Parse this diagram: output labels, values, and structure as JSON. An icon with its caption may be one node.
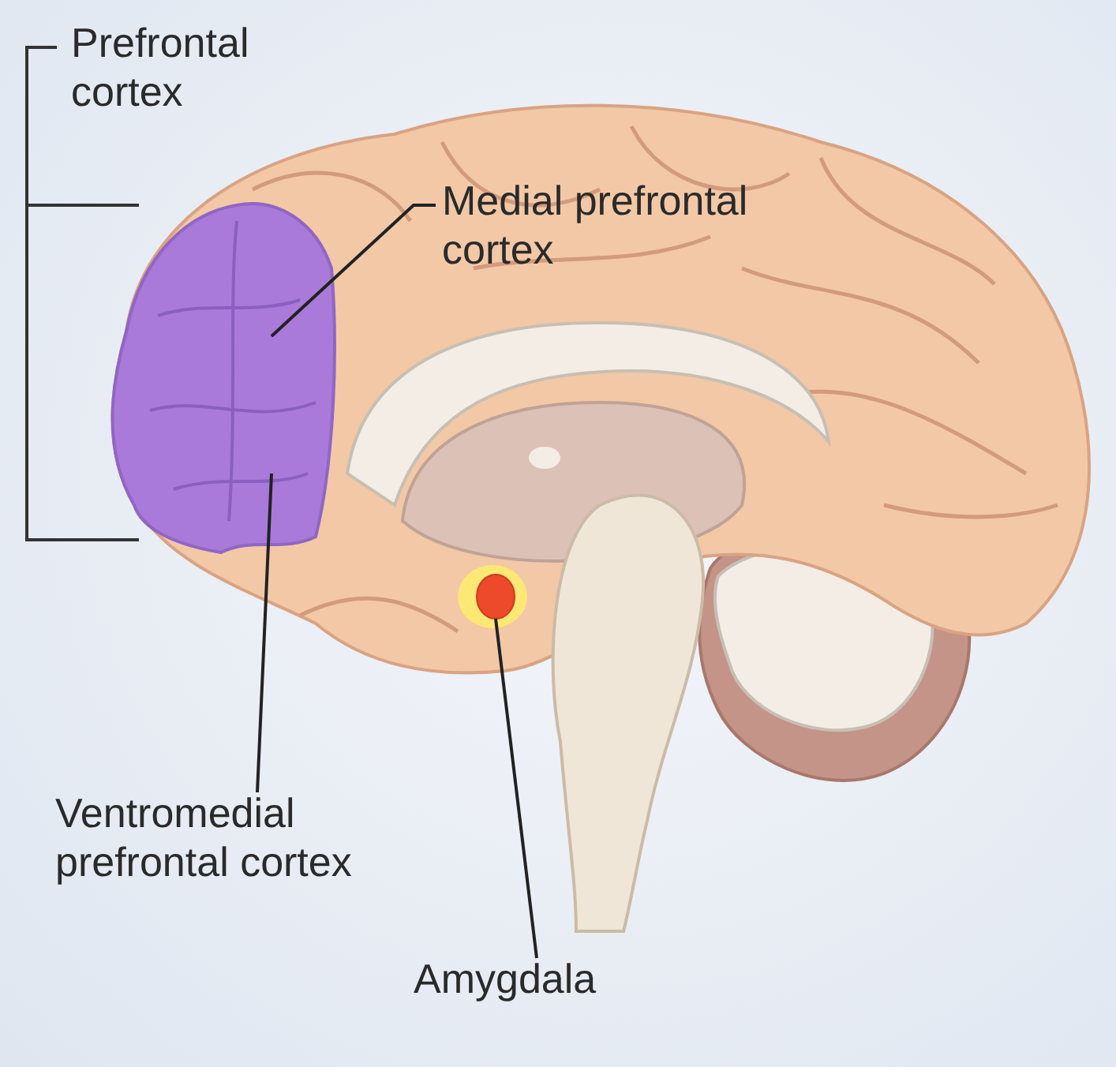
{
  "diagram": {
    "nodes": [
      {
        "text": [
          "Medial prefrontal cortex"
        ]
      },
      {
        "text": [
          "Ventromedial prefrontal cortex"
        ]
      },
      {
        "text": [
          "Amygdala"
        ]
      },
      {
        "text": [],
        "shape": "circle"
      }
    ],
    "edges": [
      {
        "from": 0,
        "to": null,
        "arrow": "none"
      },
      {
        "from": 1,
        "to": null,
        "arrow": "none"
      },
      {
        "from": 2,
        "to": 3,
        "arrow": "none"
      }
    ],
    "labels": [
      "Prefrontal cortex"
    ]
  }
}
